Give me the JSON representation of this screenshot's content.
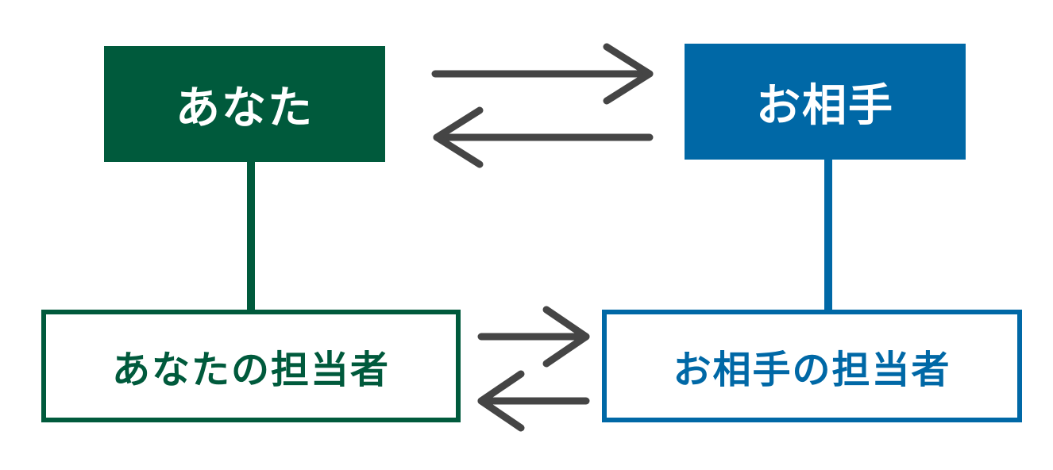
{
  "nodes": {
    "you": {
      "label": "あなた"
    },
    "partner": {
      "label": "お相手"
    },
    "you_rep": {
      "label": "あなたの担当者"
    },
    "partner_rep": {
      "label": "お相手の担当者"
    }
  },
  "colors": {
    "you": "#005a3c",
    "partner": "#0068a6",
    "arrow": "#454545"
  }
}
